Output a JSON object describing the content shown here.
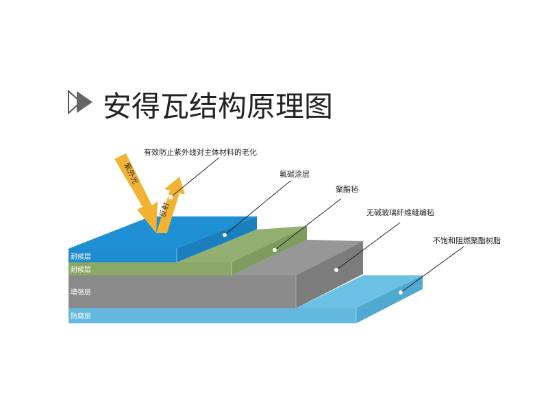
{
  "title": "安得瓦结构原理图",
  "arrows": {
    "incoming": "紫外光",
    "reflected": "反射"
  },
  "callouts": [
    "有效防止紫外线对主体材料的老化",
    "氟碳涂层",
    "聚酯毡",
    "无碱玻璃纤维缝编毡",
    "不饱和阻燃聚酯树脂"
  ],
  "layers": [
    "耐候层",
    "耐候层",
    "增强层",
    "防腐层"
  ],
  "colors": {
    "blue": "#1f8bd0",
    "green": "#8aa868",
    "gray": "#8a8a8a",
    "lightblue": "#62b8df",
    "arrow": "#f2b233"
  }
}
